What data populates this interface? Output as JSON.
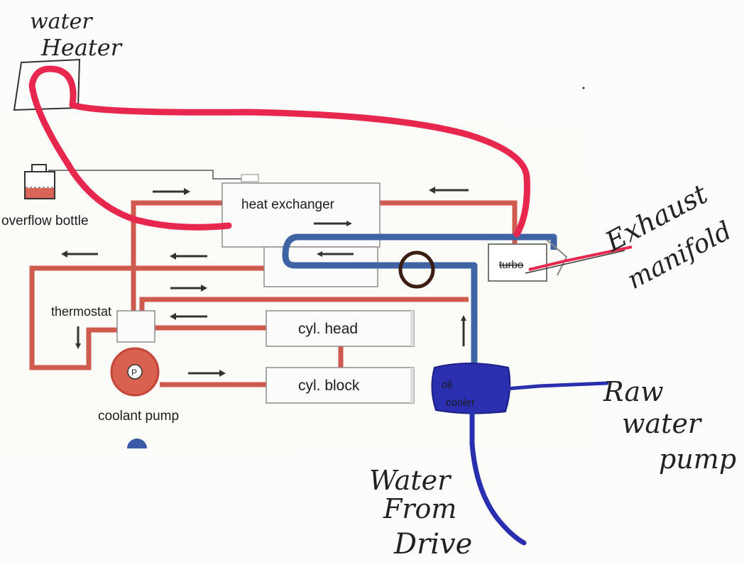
{
  "labels": {
    "heat_exchanger": "heat exchanger",
    "overflow_bottle": "overflow bottle",
    "thermostat": "thermostat",
    "cyl_head": "cyl. head",
    "cyl_block": "cyl. block",
    "coolant_pump": "coolant  pump",
    "pump_letter": "P",
    "turbo": "turbo",
    "oil_cooler_line1": "oil",
    "oil_cooler_line2": "cooler"
  },
  "handwriting": {
    "water_heater_line1": "water",
    "water_heater_line2": "Heater",
    "exhaust_line1": "Exhaust",
    "exhaust_line2": "manifold",
    "raw_line1": "Raw",
    "raw_line2": "water",
    "raw_line3": "pump",
    "drive_line1": "Water",
    "drive_line2": "From",
    "drive_line3": "Drive"
  },
  "colors": {
    "coolant_pipe": "#cf5a4e",
    "raw_water_pipe": "#3f64a3",
    "heater_marker": "#e8274f",
    "blue_marker": "#2a2fb0",
    "circle_marker": "#3b1d12"
  }
}
